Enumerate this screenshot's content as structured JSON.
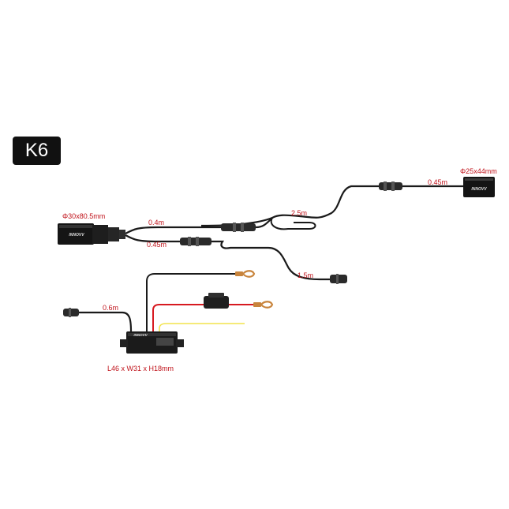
{
  "badge": {
    "text": "K6"
  },
  "labels": {
    "front_camera_dim": "Φ30x80.5mm",
    "rear_camera_dim": "Φ25x44mm",
    "cable_front_a": "0.4m",
    "cable_front_b": "0.45m",
    "cable_rear_main": "2.5m",
    "cable_rear_end": "0.45m",
    "cable_branch": "1.5m",
    "cable_power_in": "0.6m",
    "box_dim": "L46 x W31 x H18mm"
  },
  "logos": {
    "front_camera": "INNOVV",
    "rear_camera": "INNOVV",
    "power_box": "INNOVV"
  },
  "colors": {
    "label_red": "#c0131b",
    "cable_black": "#1a1a1a",
    "wire_red": "#d71920",
    "wire_yellow": "#f2e34c",
    "terminal": "#c8843c",
    "badge_bg": "#111111"
  }
}
